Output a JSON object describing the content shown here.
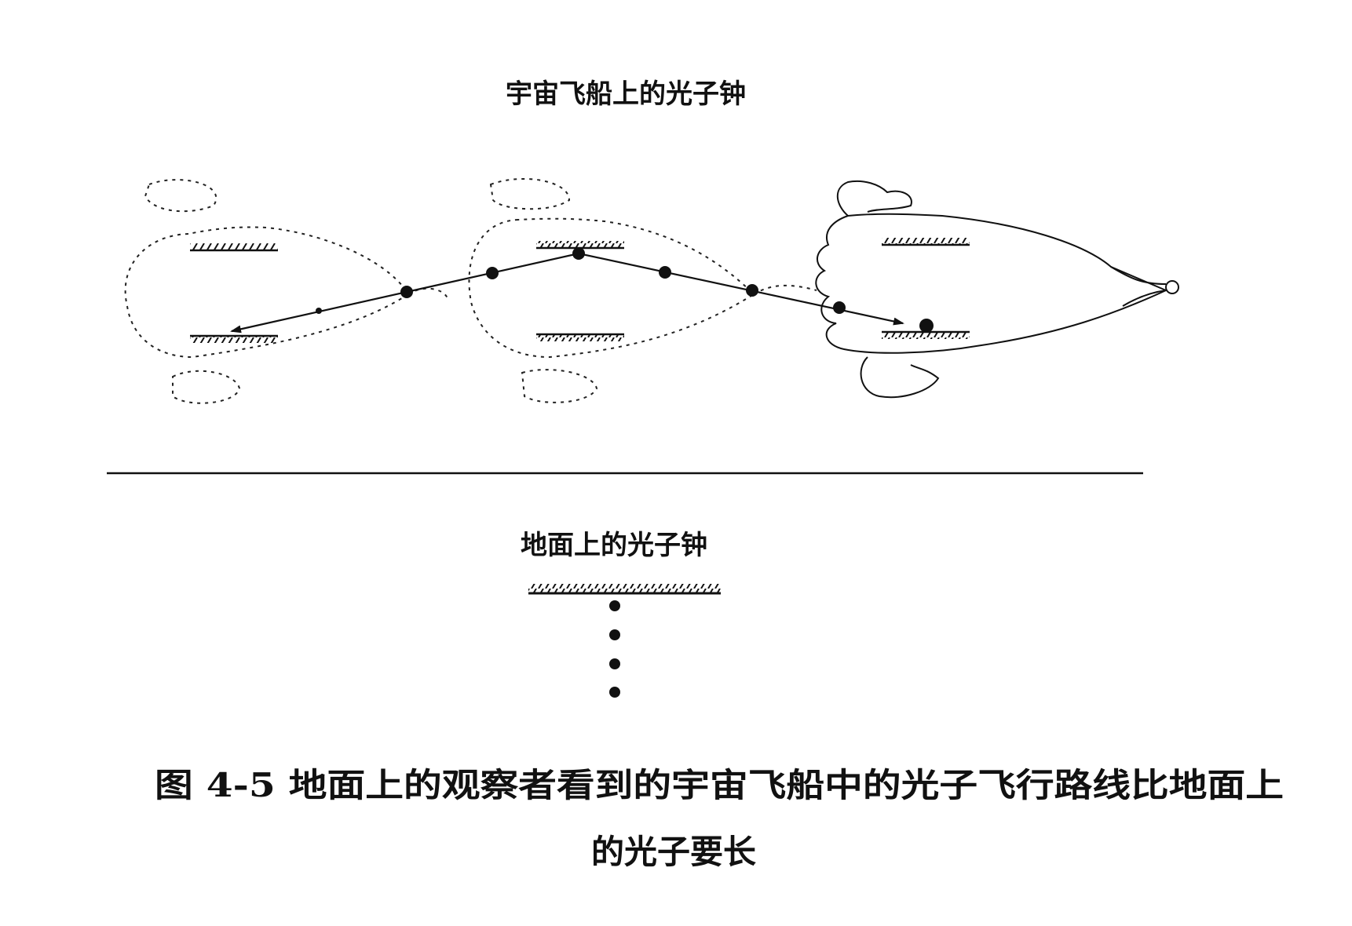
{
  "figure": {
    "title_top": "宇宙飞船上的光子钟",
    "title_bottom": "地面上的光子钟",
    "caption_line1": "图 4-5 地面上的观察者看到的宇宙飞船中的光子飞行路线比地面上",
    "caption_line2": "的光子要长"
  }
}
